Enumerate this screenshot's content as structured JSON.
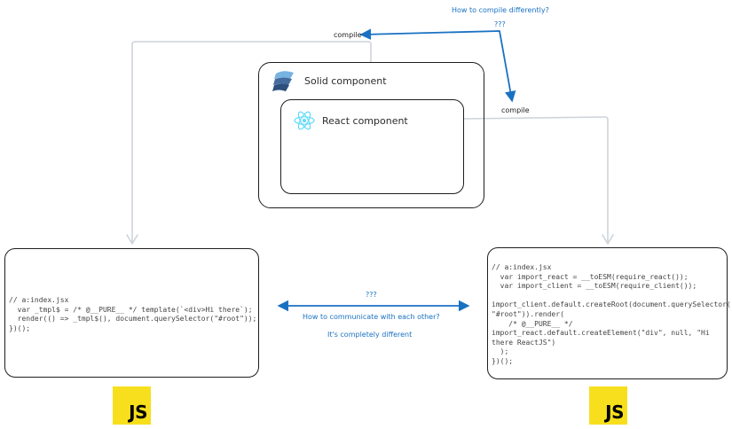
{
  "labels": {
    "solid_component": "Solid component",
    "react_component": "React component",
    "compile_left": "compile",
    "compile_right": "compile",
    "question_top": "How to compile differently?",
    "qqq_top": "???",
    "qqq_mid": "???",
    "question_mid": "How to communicate with each other?",
    "completely_different": "It's completely different"
  },
  "code": {
    "left": "// a:index.jsx\n  var _tmpl$ = /* @__PURE__ */ template(`<div>Hi there`);\n  render(() => _tmpl$(), document.querySelector(\"#root\"));\n})();",
    "right": "// a:index.jsx\n  var import_react = __toESM(require_react());\n  var import_client = __toESM(require_client());\n\nimport_client.default.createRoot(document.querySelector(\n\"#root\")).render(\n    /* @__PURE__ */\nimport_react.default.createElement(\"div\", null, \"Hi\nthere ReactJS\")\n  );\n})();"
  },
  "badges": {
    "left": "JS",
    "right": "JS"
  },
  "icons": {
    "solid": "solidjs-logo-icon",
    "react": "react-logo-icon"
  },
  "colors": {
    "arrow_blue": "#1971c2",
    "arrow_gray": "#ced4da",
    "js_yellow": "#f7df1e",
    "react_cyan": "#61dafb",
    "solid_blue": "#2c4f7c"
  }
}
